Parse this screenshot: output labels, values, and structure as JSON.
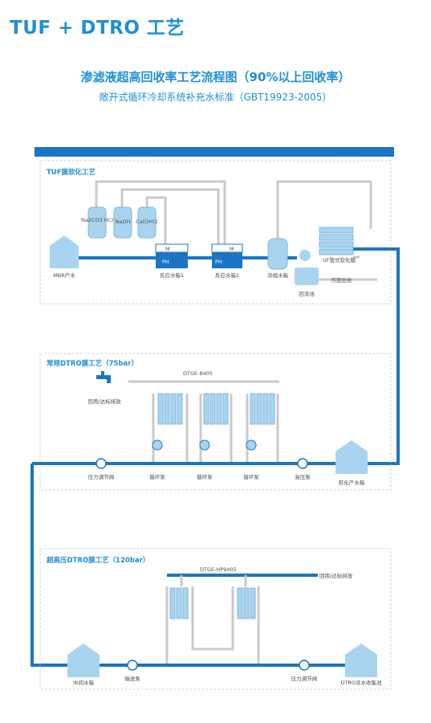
{
  "header": {
    "title": "TUF + DTRO 工艺",
    "subtitle": "渗滤液超高回收率工艺流程图（90%以上回收率）",
    "standard": "敞开式循环冷却系统补充水标准（GBT19923-2005）"
  },
  "tuf": {
    "title": "TUF膜软化工艺",
    "chem1": "Na2CO3 HCl",
    "chem2": "NaOH",
    "chem3": "Ca(OH)2",
    "mbr": "MBR产水",
    "tank1": "反应水箱1",
    "tank2": "反应水箱2",
    "thickener": "浓缩水箱",
    "uf": "UF管式软化膜",
    "recycle": "回流池",
    "sludge": "污泥出池",
    "m": "M",
    "ph": "PH"
  },
  "dtro75": {
    "title": "常规DTRO膜工艺（75bar）",
    "model": "DTGE-8405",
    "faucet": "回用/达标排放",
    "booster": "压力调节阀",
    "circ1": "循环泵",
    "circ2": "循环泵",
    "circ3": "循环泵",
    "hp": "高压泵",
    "feed": "软化产水箱"
  },
  "dtro120": {
    "title": "超高压DTRO膜工艺（120bar）",
    "model": "DTGE-HP9405",
    "out": "回用/达标排放",
    "tank": "中间水箱",
    "pump": "输送泵",
    "valve": "压力调节阀",
    "conc": "DTRO浓水收集池"
  },
  "colors": {
    "accent": "#1f8fd6",
    "pipe": "#c9c9c9",
    "blueline": "#1b75c4"
  }
}
